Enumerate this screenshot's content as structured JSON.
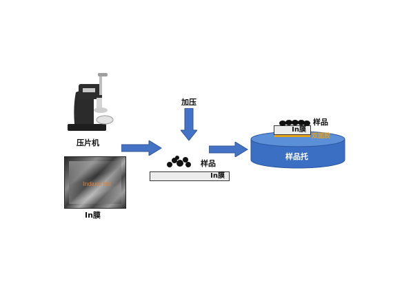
{
  "left": {
    "press_label": "压片机",
    "foil_photo_text": "Indium foil",
    "foil_label": "In膜"
  },
  "middle": {
    "pressure_label": "加压",
    "sample_label": "样品",
    "film_label": "In膜"
  },
  "right": {
    "sample_label": "样品",
    "film_label": "In膜",
    "tape_label": "双面胶",
    "holder_label": "样品托"
  },
  "colors": {
    "arrow": "#4472c4",
    "holder": "#3a6fc4",
    "tape": "#e8a21a",
    "film": "#ececec",
    "particle": "#111111"
  }
}
